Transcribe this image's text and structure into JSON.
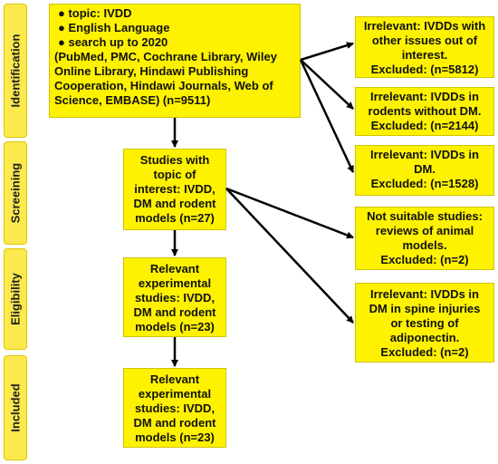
{
  "phases": {
    "identification": "Identification",
    "screening": "Screeining",
    "eligibility": "Eligibility",
    "included": "Included"
  },
  "identification_box": {
    "bullets": [
      "● topic: IVDD",
      "● English Language",
      "● search up to 2020"
    ],
    "body_lines": [
      "(PubMed, PMC, Cochrane Library, Wiley",
      "Online Library, Hindawi Publishing",
      "Cooperation, Hindawi Journals, Web of",
      "Science, EMBASE) (n=9511)"
    ]
  },
  "screening_box": {
    "lines": [
      "Studies with",
      "topic of",
      "interest: IVDD,",
      "DM and rodent",
      "models (n=27)"
    ]
  },
  "eligibility_box": {
    "lines": [
      "Relevant",
      "experimental",
      "studies: IVDD,",
      "DM and rodent",
      "models (n=23)"
    ]
  },
  "included_box": {
    "lines": [
      "Relevant",
      "experimental",
      "studies: IVDD,",
      "DM and rodent",
      "models (n=23)"
    ]
  },
  "exclusions": [
    {
      "lines": [
        "Irrelevant: IVDDs with",
        "other issues out of",
        "interest.",
        "Excluded: (n=5812)"
      ]
    },
    {
      "lines": [
        "Irrelevant: IVDDs in",
        "rodents without DM.",
        "Excluded: (n=2144)"
      ]
    },
    {
      "lines": [
        "Irrelevant: IVDDs in",
        "DM.",
        "Excluded: (n=1528)"
      ]
    },
    {
      "lines": [
        "Not suitable studies:",
        "reviews of animal",
        "models.",
        "Excluded: (n=2)"
      ]
    },
    {
      "lines": [
        "Irrelevant: IVDDs in",
        "DM in spine injuries",
        "or testing of",
        "adiponectin.",
        "Excluded: (n=2)"
      ]
    }
  ],
  "colors": {
    "box_fill": "#fff200",
    "phase_fill": "#fbe94e",
    "arrow": "#000000"
  }
}
